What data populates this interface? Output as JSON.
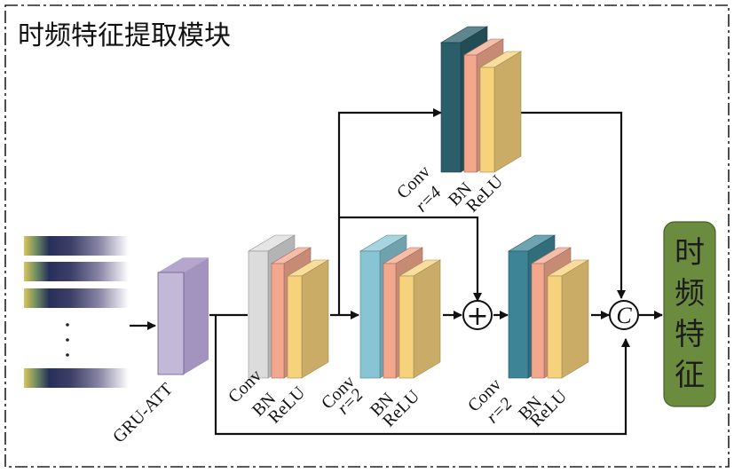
{
  "title": "时频特征提取模块",
  "input_stack": {
    "dots": "· · ·"
  },
  "gru_block": {
    "label": "GRU-ATT",
    "colors": {
      "front": "#c2b8d8",
      "side": "#a393bf",
      "top": "#b4a6cd"
    }
  },
  "conv_blocks": [
    {
      "id": "conv1",
      "labels": [
        "Conv",
        "BN",
        "ReLU"
      ],
      "dilation": "",
      "conv_color": "#dcdcdc"
    },
    {
      "id": "conv2",
      "labels": [
        "Conv",
        "BN",
        "ReLU"
      ],
      "dilation": "r=2",
      "conv_color": "#88c5d4"
    },
    {
      "id": "conv3",
      "labels": [
        "Conv",
        "BN",
        "ReLU"
      ],
      "dilation": "r=4",
      "conv_color": "#2a5e6a"
    },
    {
      "id": "conv4",
      "labels": [
        "Conv",
        "BN",
        "ReLU"
      ],
      "dilation": "r=2",
      "conv_color": "#3d8596"
    }
  ],
  "layer_colors": {
    "bn": "#f3a88e",
    "relu": "#f6d27c"
  },
  "ops": {
    "add_symbol": "+",
    "concat_symbol": "C"
  },
  "output": {
    "chars": [
      "时",
      "频",
      "特",
      "征"
    ],
    "fill": "#6b8b3e"
  }
}
